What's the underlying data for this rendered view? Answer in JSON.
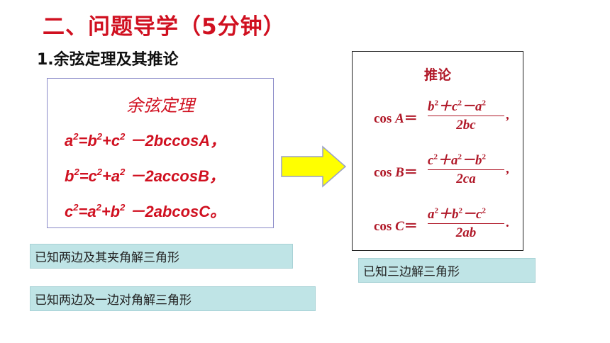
{
  "heading": {
    "title": "二、问题导学（5分钟）",
    "subtitle": "1.余弦定理及其推论"
  },
  "law": {
    "title": "余弦定理",
    "line1": {
      "a": "a",
      "b": "=b",
      "c": "+c",
      "d": " －2bccosA，",
      "p": "2"
    },
    "line2": {
      "a": "b",
      "b": "=c",
      "c": "+a",
      "d": " －2accosB，",
      "p": "2"
    },
    "line3": {
      "a": "c",
      "b": "=a",
      "c": "+b",
      "d": " －2abcosC。",
      "p": "2"
    }
  },
  "corollary": {
    "title": "推论",
    "f1": {
      "fn": "cos ",
      "var": "A",
      "eq": "＝",
      "n1": "b",
      "n2": "＋c",
      "n3": "－a",
      "den": "2bc",
      "tail": ",",
      "p": "2"
    },
    "f2": {
      "fn": "cos ",
      "var": "B",
      "eq": "＝",
      "n1": "c",
      "n2": "＋a",
      "n3": "－b",
      "den": "2ca",
      "tail": ",",
      "p": "2"
    },
    "f3": {
      "fn": "cos ",
      "var": "C",
      "eq": "＝",
      "n1": "a",
      "n2": "＋b",
      "n3": "－c",
      "den": "2ab",
      "tail": ".",
      "p": "2"
    }
  },
  "tags": {
    "t1": "已知两边及其夹角解三角形",
    "t2": "已知两边及一边对角解三角形",
    "t3": "已知三边解三角形"
  },
  "colors": {
    "red": "#d01020",
    "formula_red": "#b01828",
    "arrow_fill": "#ffff00",
    "tag_bg": "#bfe4e6"
  },
  "icons": {
    "arrow": "right-arrow-icon"
  }
}
